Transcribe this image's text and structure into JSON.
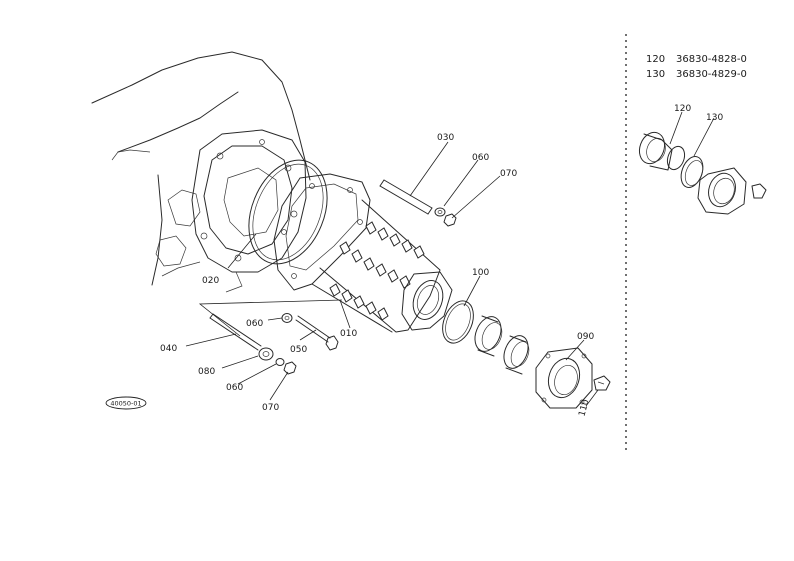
{
  "callouts": {
    "c010": "010",
    "c020": "020",
    "c030": "030",
    "c040": "040",
    "c050": "050",
    "c060_top": "060",
    "c060_mid": "060",
    "c060_low": "060",
    "c070_top": "070",
    "c070_low": "070",
    "c080": "080",
    "c090": "090",
    "c100": "100",
    "c110": "110",
    "c120": "120",
    "c130": "130"
  },
  "legend": {
    "rows": [
      {
        "ref": "120",
        "part_number": "36830-4828-0"
      },
      {
        "ref": "130",
        "part_number": "36830-4829-0"
      }
    ]
  },
  "drawing_code": "40050-01"
}
